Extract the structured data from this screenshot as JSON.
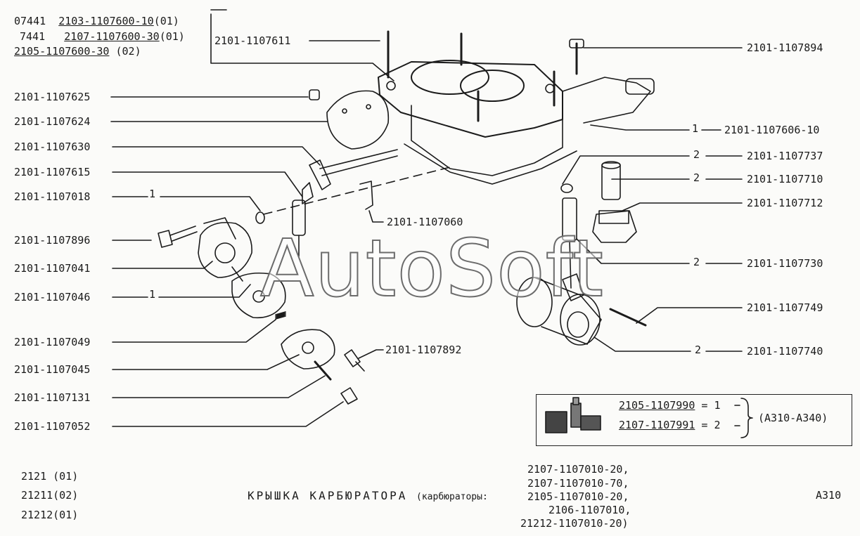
{
  "header": {
    "codes": [
      {
        "prefix": "07441",
        "part": "2103-1107600-10",
        "suffix": "(01)"
      },
      {
        "prefix": "7441",
        "part": "2107-1107600-30",
        "suffix": "(01)"
      },
      {
        "prefix": "",
        "part": "2105-1107600-30",
        "suffix": "(02)"
      }
    ]
  },
  "labels_left": [
    "2101-1107625",
    "2101-1107624",
    "2101-1107630",
    "2101-1107615",
    "2101-1107018",
    "2101-1107896",
    "2101-1107041",
    "2101-1107046",
    "2101-1107049",
    "2101-1107045",
    "2101-1107131",
    "2101-1107052"
  ],
  "qty_left": {
    "l5": "1",
    "l8": "1"
  },
  "labels_right": [
    "2101-1107894",
    "2101-1107606-10",
    "2101-1107737",
    "2101-1107710",
    "2101-1107712",
    "2101-1107730",
    "2101-1107749",
    "2101-1107740"
  ],
  "qty_right": {
    "r2": "1",
    "r3": "2",
    "r4": "2",
    "r6": "2",
    "r8": "2"
  },
  "labels_inner": {
    "top": "2101-1107611",
    "mid": "2101-1107060",
    "low": "2101-1107892"
  },
  "watermark": "AutoSoft",
  "kit_box": {
    "line1": "2105-1107990",
    "qty1": "= 1",
    "line2": "2107-1107991",
    "qty2": "= 2",
    "range": "(A310-A340)"
  },
  "footer": {
    "models": [
      "2121 (01)",
      "21211(02)",
      "21212(01)"
    ],
    "title": "КРЫШКА КАРБЮРАТОРА",
    "title_note": "(карбюраторы:",
    "carbs": [
      "2107-1107010-20,",
      "2107-1107010-70,",
      "2105-1107010-20,",
      "2106-1107010,",
      "21212-1107010-20)"
    ],
    "page_code": "A310"
  }
}
